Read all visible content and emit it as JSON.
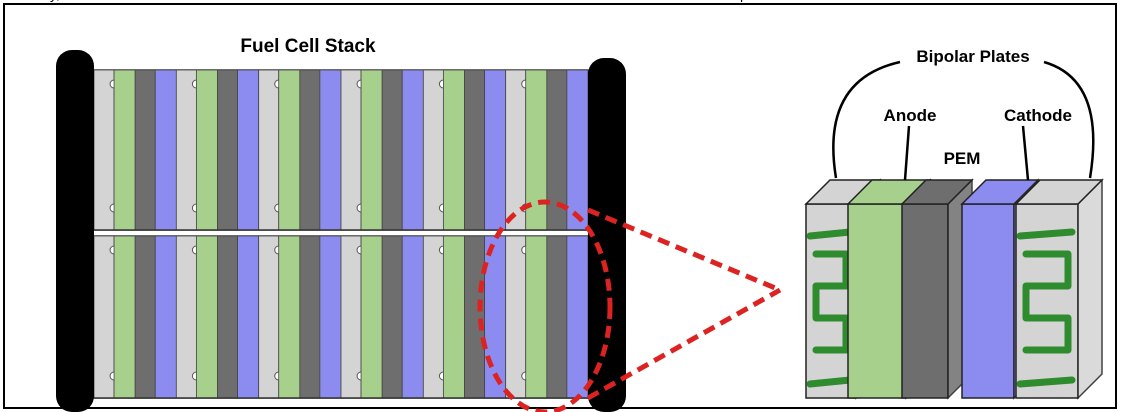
{
  "caption_fragments": [
    "y, ",
    "p"
  ],
  "title": "Fuel Cell Stack",
  "labels": {
    "bipolar_plates": "Bipolar Plates",
    "anode": "Anode",
    "cathode": "Cathode",
    "pem": "PEM"
  },
  "colors": {
    "end_plate": "#000000",
    "bipolar_plate": "#d4d4d4",
    "anode": "#a6d08c",
    "pem": "#6e6e6e",
    "cathode": "#8c8cf0",
    "flow_channel": "#2e8b2e",
    "zoom_indicator": "#dd2222"
  },
  "stack_sequence": [
    "bipolar",
    "anode",
    "pem",
    "cathode"
  ],
  "stack_repeat_count": 6,
  "stack_rows": 2,
  "exploded_layers": [
    "bipolar",
    "anode",
    "pem",
    "cathode",
    "bipolar"
  ]
}
